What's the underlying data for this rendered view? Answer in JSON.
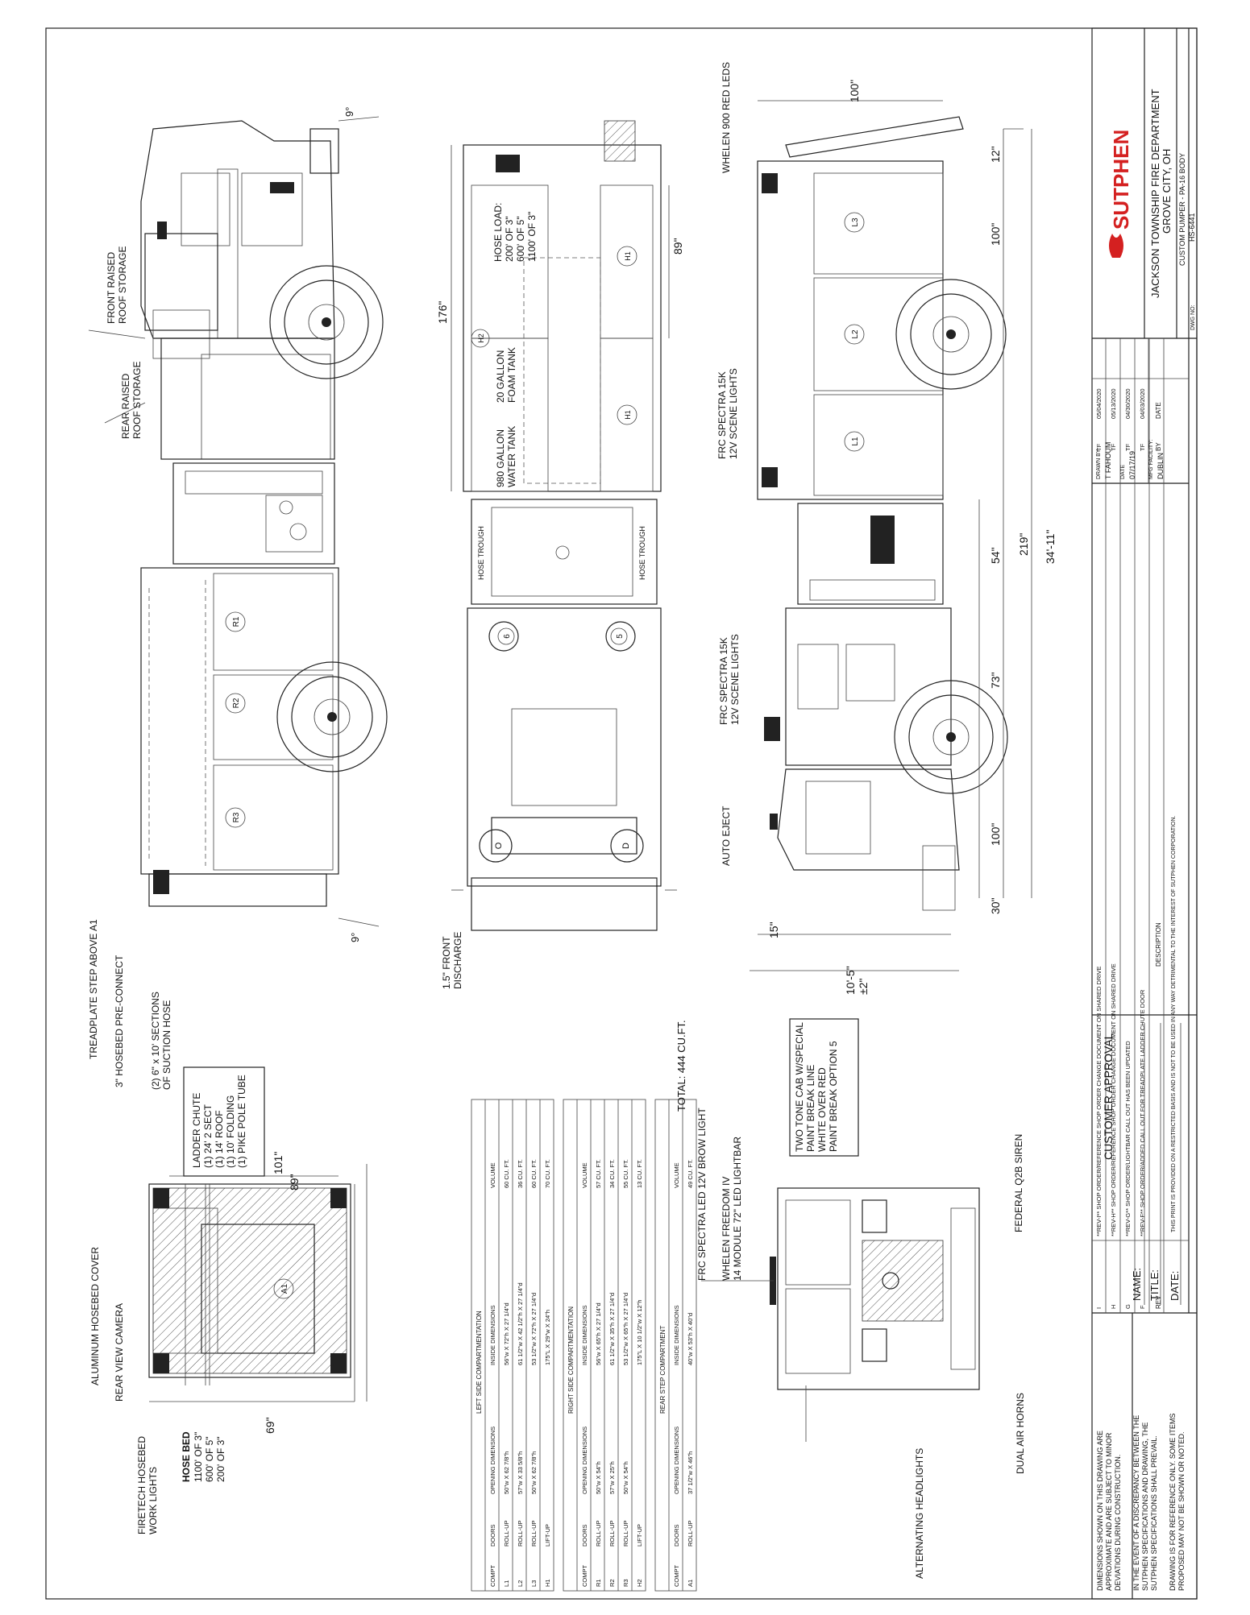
{
  "side_view_left": {
    "front_raised_roof_storage": "FRONT RAISED\nROOF STORAGE",
    "rear_raised_roof_storage": "REAR RAISED\nROOF STORAGE",
    "angle_top": "9°",
    "angle_bottom": "9°",
    "compartments": [
      "R1",
      "R2",
      "R3"
    ]
  },
  "top_view": {
    "dim_length": "176\"",
    "dim_width": "89\"",
    "hose_load": "HOSE LOAD:\n200' OF 3\"\n600' OF 5\"\n1100' OF 3\"",
    "water_tank": "980 GALLON\nWATER TANK",
    "foam_tank": "20 GALLON\nFOAM TANK",
    "hose_trough_left": "HOSE TROUGH",
    "hose_trough_right": "HOSE TROUGH",
    "front_discharge": "1.5\" FRONT\nDISCHARGE",
    "markers": [
      "H1",
      "H1",
      "H2",
      "6",
      "5",
      "O",
      "D"
    ]
  },
  "side_view_right": {
    "whelen_900": "WHELEN 900 RED LEDS",
    "frc_spectra_scene": "FRC SPECTRA 15K\n12V SCENE LIGHTS",
    "frc_spectra_scene_2": "FRC SPECTRA 15K\n12V SCENE LIGHTS",
    "auto_eject": "AUTO EJECT",
    "dims": {
      "d100_top": "100\"",
      "d12": "12\"",
      "d100_mid": "100\"",
      "d54": "54\"",
      "d219": "219\"",
      "d3411": "34'-11\"",
      "d73": "73\"",
      "d100_low": "100\"",
      "d30": "30\"",
      "d15": "15\"",
      "height": "10'-5\"\n±2\""
    },
    "compartments": [
      "L3",
      "L2",
      "L1"
    ]
  },
  "rear_view": {
    "treadplate": "TREADPLATE STEP ABOVE A1",
    "hosebed_preconnect": "3\" HOSEBED PRE-CONNECT",
    "suction_hose": "(2) 6\" x 10' SECTIONS\nOF SUCTION HOSE",
    "aluminum_cover": "ALUMINUM HOSEBED COVER",
    "rear_camera": "REAR VIEW CAMERA",
    "firetech_lights": "FIRETECH HOSEBED\nWORK LIGHTS",
    "ladder_chute": "LADDER CHUTE\n(1) 24' 2 SECT\n(1) 14' ROOF\n(1) 10' FOLDING\n(1) PIKE POLE TUBE",
    "hose_bed_title": "HOSE BED",
    "hose_bed_lines": "1100' OF 3\"\n600' OF 5\"\n200' OF 3\"",
    "dim_101": "101\"",
    "dim_89": "89\"",
    "dim_69": "69\"",
    "compartment": "A1"
  },
  "front_view": {
    "frc_brow": "FRC SPECTRA LED 12V BROW LIGHT",
    "whelen_freedom": "WHELEN  FREEDOM IV\n14 MODULE 72\" LED LIGHTBAR",
    "federal_siren": "FEDERAL Q2B SIREN",
    "alternating_headlights": "ALTERNATING HEADLIGHTS",
    "dual_air_horns": "DUAL AIR HORNS"
  },
  "paint_note": "TWO TONE CAB W/SPECIAL\nPAINT BREAK LINE\nWHITE OVER RED\nPAINT BREAK OPTION 5",
  "compartment_tables": [
    {
      "title": "LEFT SIDE COMPARTMENTATION",
      "headers": [
        "COMPT",
        "DOORS",
        "OPENING DIMENSIONS",
        "INSIDE DIMENSIONS",
        "VOLUME"
      ],
      "rows": [
        [
          "L1",
          "ROLL-UP",
          "50\"w X 62 7/8\"h",
          "56\"w X 72\"h X 27 1/4\"d",
          "60 CU. FT."
        ],
        [
          "L2",
          "ROLL-UP",
          "57\"w X 33 5/8\"h",
          "61 1/2\"w X 42 1/2\"h X 27 1/4\"d",
          "36 CU. FT."
        ],
        [
          "L3",
          "ROLL-UP",
          "50\"w X 62 7/8\"h",
          "53 1/2\"w X 72\"h X 27 1/4\"d",
          "60 CU. FT."
        ],
        [
          "H1",
          "LIFT-UP",
          "",
          "175\"L X 29\"w X 24\"h",
          "70 CU. FT."
        ]
      ]
    },
    {
      "title": "RIGHT SIDE COMPARTMENTATION",
      "headers": [
        "COMPT",
        "DOORS",
        "OPENING DIMENSIONS",
        "INSIDE DIMENSIONS",
        "VOLUME"
      ],
      "rows": [
        [
          "R1",
          "ROLL-UP",
          "50\"w X 54\"h",
          "56\"w X 65\"h X 27 1/4\"d",
          "57 CU. FT."
        ],
        [
          "R2",
          "ROLL-UP",
          "57\"w X 25\"h",
          "61 1/2\"w X 35\"h X 27 1/4\"d",
          "34 CU. FT."
        ],
        [
          "R3",
          "ROLL-UP",
          "50\"w X 54\"h",
          "53 1/2\"w X 65\"h X 27 1/4\"d",
          "55 CU. FT."
        ],
        [
          "H2",
          "LIFT-UP",
          "",
          "175\"L X 10 1/2\"w X 12\"h",
          "13 CU. FT."
        ]
      ]
    },
    {
      "title": "REAR STEP COMPARTMENT",
      "headers": [
        "COMPT",
        "DOORS",
        "OPENING DIMENSIONS",
        "INSIDE DIMENSIONS",
        "VOLUME"
      ],
      "rows": [
        [
          "A1",
          "ROLL-UP",
          "37 1/2\"w X 46\"h",
          "40\"w X 53\"h X 40\"d",
          "49 CU. FT."
        ]
      ]
    }
  ],
  "total": "TOTAL: 444 CU.FT.",
  "title_block": {
    "notes": [
      "DIMENSIONS SHOWN ON THIS DRAWING ARE\nAPPROXIMATE AND ARE SUBJECT TO MINOR\nDEVIATIONS DURING CONSTRUCTION.",
      "IN THE EVENT OF A DISCREPANCY BETWEEN THE\nSUTPHEN SPECIFICATIONS AND DRAWING, THE\nSUTPHEN SPECIFICATIONS SHALL PREVAIL.",
      "DRAWING IS FOR REFERENCE ONLY. SOME ITEMS\nPROPOSED MAY NOT BE SHOWN OR NOTED."
    ],
    "customer_approval": "CUSTOMER APPROVAL",
    "name_label": "NAME:",
    "title_label": "TITLE:",
    "date_label": "DATE:",
    "revisions": [
      {
        "rev": "I",
        "desc": "**REV-I** SHOP ORDER/REFERENCE SHOP ORDER CHANGE DOCUMENT ON SHARED DRIVE",
        "by": "TF",
        "date": "05/04/2020"
      },
      {
        "rev": "H",
        "desc": "**REV-H** SHOP ORDER/REFERENCE SHOP ORDER CHANGE DOCUMENT ON SHARED DRIVE",
        "by": "TF",
        "date": "05/13/2020"
      },
      {
        "rev": "G",
        "desc": "**REV-G** SHOP ORDER/LIGHTBAR CALL OUT HAS BEEN UPDATED",
        "by": "TF",
        "date": "04/30/2020"
      },
      {
        "rev": "F",
        "desc": "**REV-F** SHOP ORDER/ADDED CALL OUT FOR TREADPLATE LADDER CHUTE DOOR",
        "by": "TF",
        "date": "04/03/2020"
      }
    ],
    "rev_header": "REV",
    "desc_header": "DESCRIPTION",
    "by_header": "BY",
    "date_header": "DATE",
    "restricted_note": "THIS PRINT IS PROVIDED ON A RESTRICTED BASIS AND IS NOT TO BE USED IN ANY WAY DETRIMENTAL TO THE INTEREST OF SUTPHEN CORPORATION.",
    "drawn_by_label": "DRAWN BY",
    "drawn_by": "T FAHOUM",
    "date_field_label": "DATE",
    "date_value": "07/17/19",
    "mfg_label": "MFG FACILITY:",
    "mfg_value": "DUBLIN",
    "brand": "SUTPHEN",
    "department": "JACKSON TOWNSHIP FIRE DEPARTMENT",
    "city": "GROVE CITY, OH",
    "model": "CUSTOM PUMPER - PA-16 BODY",
    "drawing_no": "HS-6441",
    "dwg_label": "DWG NO:"
  },
  "colors": {
    "brand_red": "#d42020",
    "line": "#222222"
  }
}
